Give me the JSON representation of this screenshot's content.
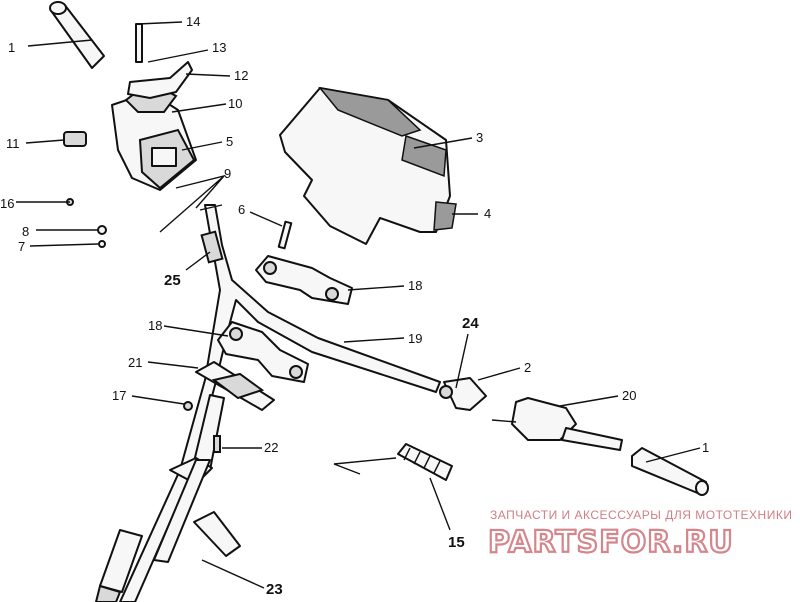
{
  "callouts": {
    "c1a": "1",
    "c14": "14",
    "c13": "13",
    "c12": "12",
    "c10": "10",
    "c11": "11",
    "c5": "5",
    "c9": "9",
    "c16": "16",
    "c8": "8",
    "c7": "7",
    "c3": "3",
    "c4": "4",
    "c6": "6",
    "c25": "25",
    "c18a": "18",
    "c18b": "18",
    "c19": "19",
    "c24": "24",
    "c2": "2",
    "c21": "21",
    "c17": "17",
    "c20": "20",
    "c1b": "1",
    "c22": "22",
    "c15": "15",
    "c23": "23"
  },
  "watermark": {
    "tagline": "ЗАПЧАСТИ И АКСЕССУАРЫ ДЛЯ МОТОТЕХНИКИ",
    "logo": "PARTSFOR.RU",
    "color": "#d4868c"
  }
}
